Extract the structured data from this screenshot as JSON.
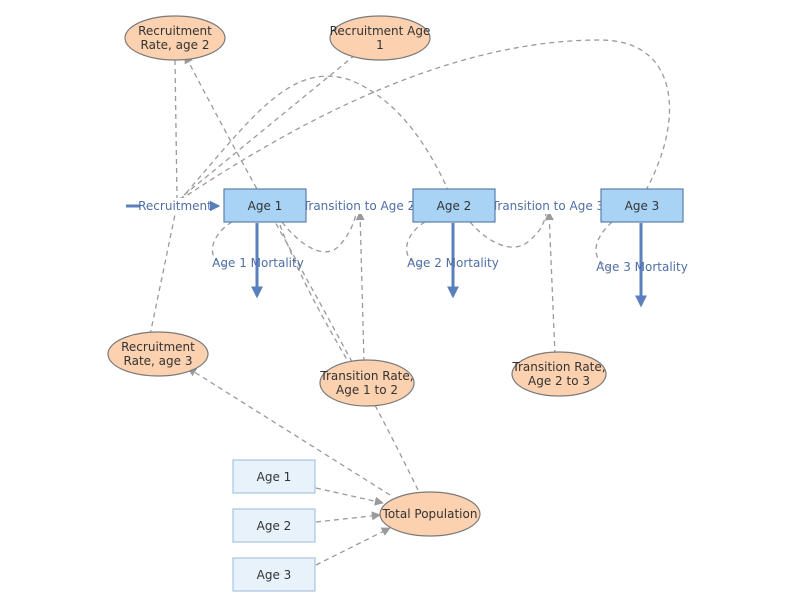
{
  "stocks": {
    "age1": "Age 1",
    "age2": "Age 2",
    "age3": "Age 3"
  },
  "ghosts": {
    "age1": "Age 1",
    "age2": "Age 2",
    "age3": "Age 3"
  },
  "flows": {
    "recruitment": "Recruitment",
    "transition_1_2": "Transition to Age 2",
    "transition_2_3": "Transition to Age 3",
    "mortality1": "Age 1 Mortality",
    "mortality2": "Age 2 Mortality",
    "mortality3": "Age 3 Mortality"
  },
  "variables": {
    "recruitment_rate_age2": [
      "Recruitment",
      "Rate, age 2"
    ],
    "recruitment_age1": [
      "Recruitment Age",
      "1"
    ],
    "recruitment_rate_age3": [
      "Recruitment",
      "Rate, age 3"
    ],
    "transition_rate_1_2": [
      "Transition Rate,",
      "Age 1 to 2"
    ],
    "transition_rate_2_3": [
      "Transition Rate,",
      "Age 2 to 3"
    ],
    "total_population": [
      "Total Population"
    ]
  },
  "colors": {
    "stock_fill": "#a9d3f5",
    "variable_fill": "#fcd1b0",
    "flow": "#5a7fbd",
    "link": "#9a9a9a"
  }
}
